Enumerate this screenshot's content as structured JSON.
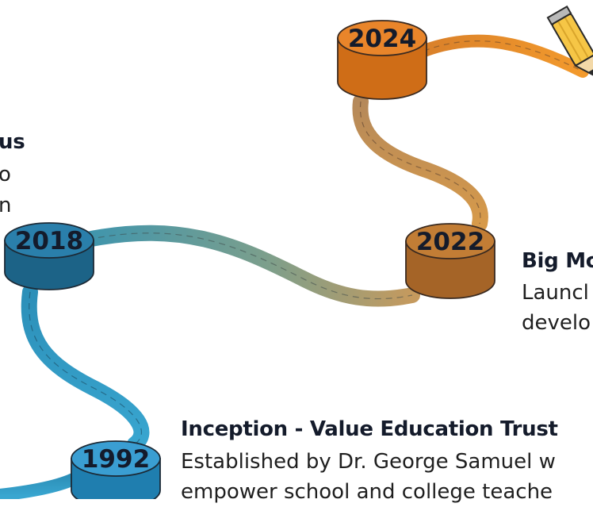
{
  "milestones": [
    {
      "year": "2024",
      "color": "#e07b1f"
    },
    {
      "year": "2022",
      "color": "#a8642a"
    },
    {
      "year": "2018",
      "color": "#22709a"
    },
    {
      "year": "1992",
      "color": "#2c92c6"
    }
  ],
  "cut_left": {
    "title_fragment": "us",
    "line_1_fragment": "o",
    "line_2_fragment": "n"
  },
  "big_milestone": {
    "title_fragment": "Big Mo",
    "line_1_fragment": "Launcl",
    "line_2_fragment": "develo"
  },
  "inception": {
    "title": "Inception - Value Education Trust",
    "line_1": "Established by Dr. George Samuel w",
    "line_2": "empower school and college teache"
  },
  "end_icon": "pencil-icon"
}
